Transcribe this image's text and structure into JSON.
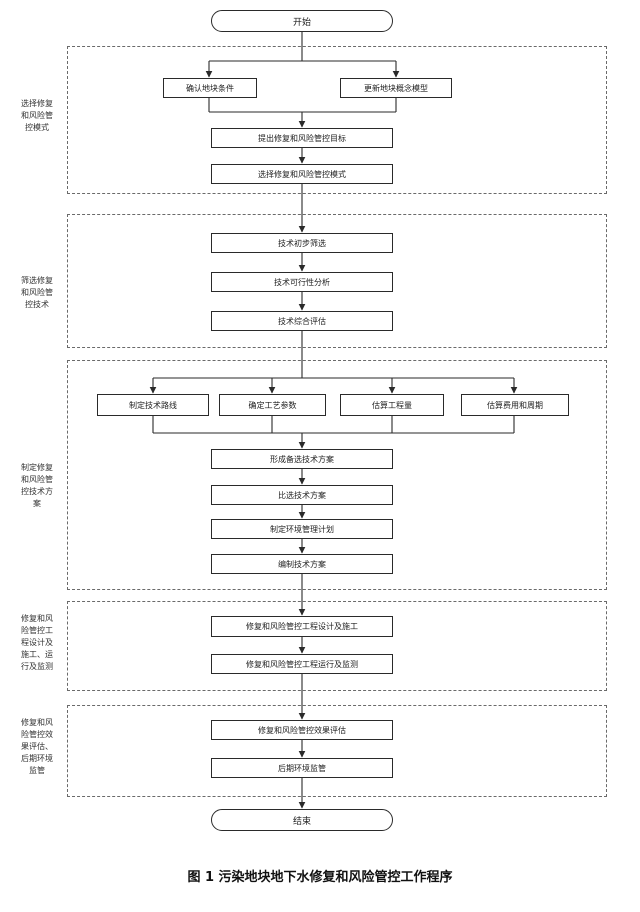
{
  "flow": {
    "start": "开始",
    "end": "结束"
  },
  "sections": [
    {
      "label": "选择修复和风险管控模式",
      "steps": [
        "确认地块条件",
        "更新地块概念模型",
        "提出修复和风险管控目标",
        "选择修复和风险管控模式"
      ]
    },
    {
      "label": "筛选修复和风险管控技术",
      "steps": [
        "技术初步筛选",
        "技术可行性分析",
        "技术综合评估"
      ]
    },
    {
      "label": "制定修复和风险管控技术方案",
      "steps": [
        "制定技术路线",
        "确定工艺参数",
        "估算工程量",
        "估算费用和周期",
        "形成备选技术方案",
        "比选技术方案",
        "制定环境管理计划",
        "编制技术方案"
      ]
    },
    {
      "label": "修复和风险管控工程设计及施工、运行及监测",
      "steps": [
        "修复和风险管控工程设计及施工",
        "修复和风险管控工程运行及监测"
      ]
    },
    {
      "label": "修复和风险管控效果评估、后期环境监管",
      "steps": [
        "修复和风险管控效果评估",
        "后期环境监管"
      ]
    }
  ],
  "caption": "图 1    污染地块地下水修复和风险管控工作程序",
  "colors": {
    "line": "#2a2a2a",
    "dashed_border": "#6a6a6a",
    "text": "#222222"
  }
}
